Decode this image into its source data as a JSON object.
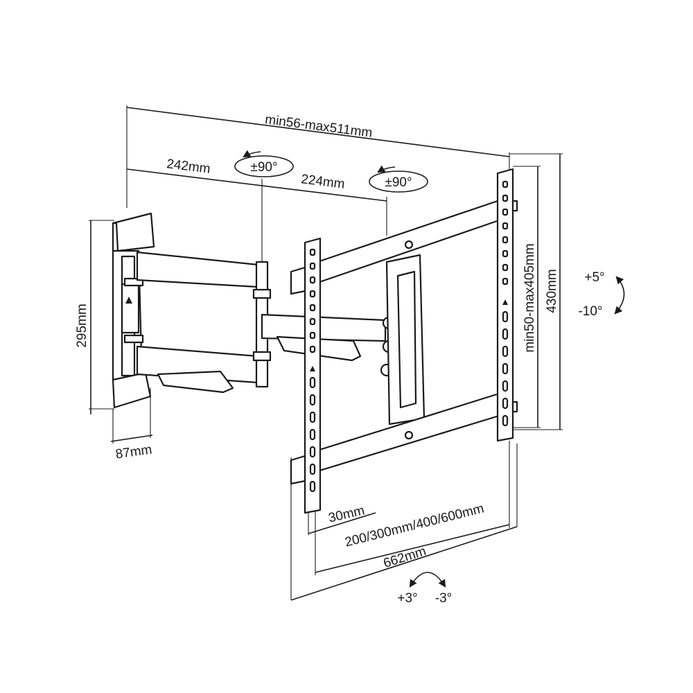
{
  "dimensions": {
    "total_extension": "min56-max511mm",
    "arm_first": "242mm",
    "arm_second": "224mm",
    "wall_plate_height": "295mm",
    "wall_plate_depth": "87mm",
    "vesa_vertical": "min50-max405mm",
    "bracket_height": "430mm",
    "vesa_horizontal": "200/300mm/400/600mm",
    "bracket_width": "662mm",
    "rail_offset": "30mm"
  },
  "rotations": {
    "arm_swivel_1": "±90°",
    "arm_swivel_2": "±90°",
    "tilt_up": "+5°",
    "tilt_down": "-10°",
    "level_plus": "+3°",
    "level_minus": "-3°"
  },
  "colors": {
    "line": "#1a1a1a",
    "background": "#ffffff"
  }
}
